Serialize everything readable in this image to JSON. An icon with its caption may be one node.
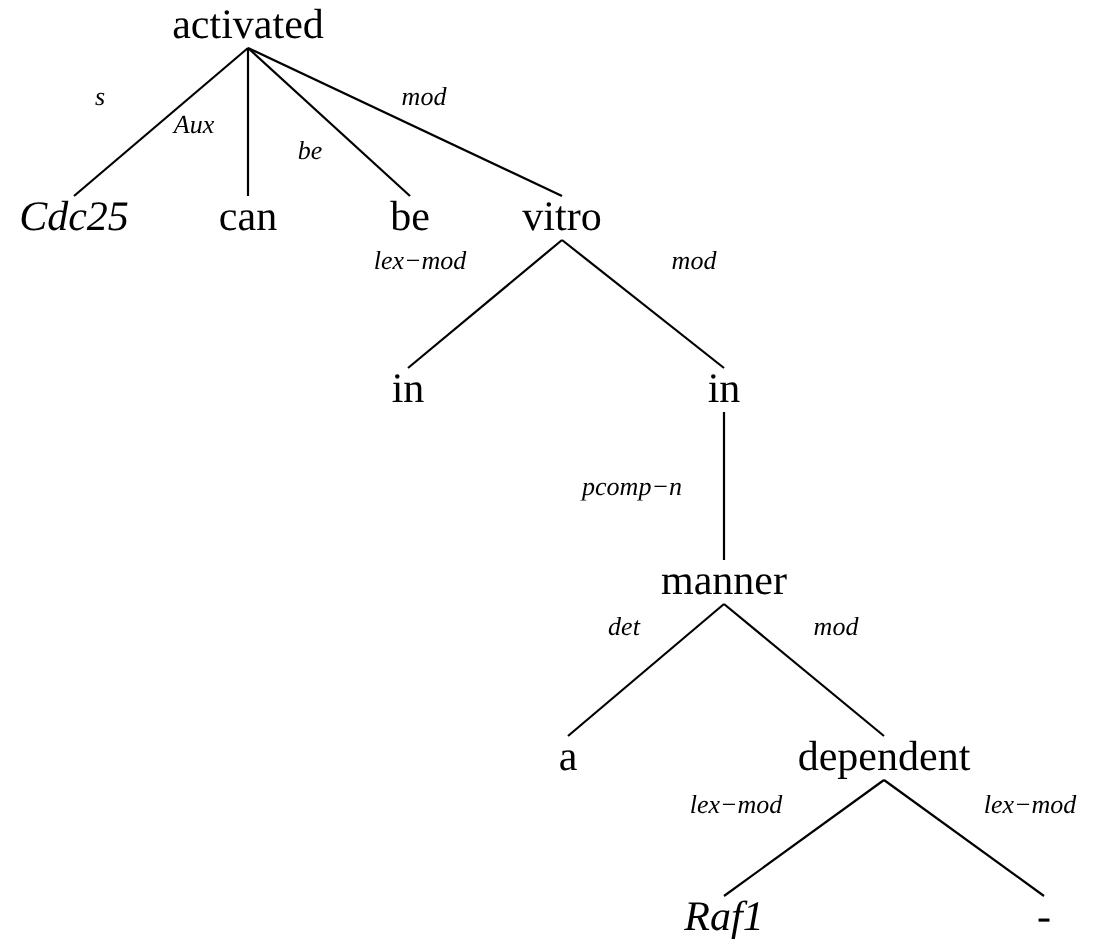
{
  "diagram": {
    "nodes": [
      {
        "text": [
          "activated"
        ]
      },
      {
        "text": [
          "Cdc25"
        ]
      },
      {
        "text": [
          "can"
        ]
      },
      {
        "text": [
          "be"
        ]
      },
      {
        "text": [
          "vitro"
        ]
      },
      {
        "text": [
          "in"
        ]
      },
      {
        "text": [
          "in"
        ]
      },
      {
        "text": [
          "manner"
        ]
      },
      {
        "text": [
          "a"
        ]
      },
      {
        "text": [
          "dependent"
        ]
      },
      {
        "text": [
          "Raf1"
        ]
      },
      {
        "text": [
          "-"
        ]
      }
    ],
    "edges": [
      {
        "from": 0,
        "to": 1,
        "arrow": "none",
        "label": "s"
      },
      {
        "from": 0,
        "to": 2,
        "arrow": "none",
        "label": "Aux"
      },
      {
        "from": 0,
        "to": 3,
        "arrow": "none",
        "label": "be"
      },
      {
        "from": 0,
        "to": 4,
        "arrow": "none",
        "label": "mod"
      },
      {
        "from": 4,
        "to": 5,
        "arrow": "none",
        "label": "lex−mod"
      },
      {
        "from": 4,
        "to": 6,
        "arrow": "none",
        "label": "mod"
      },
      {
        "from": 6,
        "to": 7,
        "arrow": "none",
        "label": "pcomp−n"
      },
      {
        "from": 7,
        "to": 8,
        "arrow": "none",
        "label": "det"
      },
      {
        "from": 7,
        "to": 9,
        "arrow": "none",
        "label": "mod"
      },
      {
        "from": 9,
        "to": 10,
        "arrow": "none",
        "label": "lex−mod"
      },
      {
        "from": 9,
        "to": 11,
        "arrow": "none",
        "label": "lex−mod"
      }
    ]
  }
}
